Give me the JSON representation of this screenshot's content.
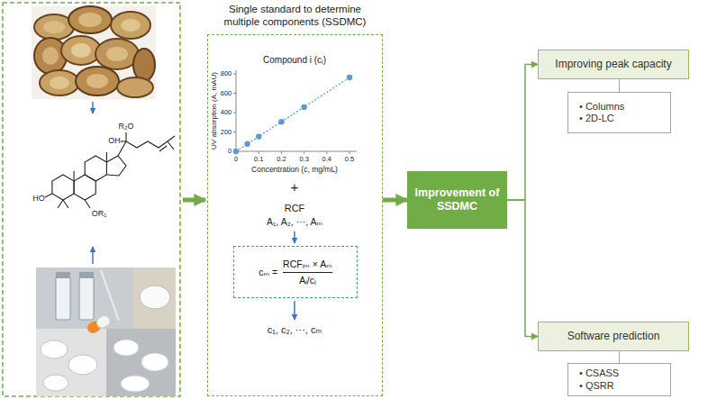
{
  "diagram": {
    "nodes": [
      {
        "text": [
          "Single standard to determine multiple components (SSDMC)"
        ]
      },
      {
        "text": [
          "cₘ =",
          "RCFᵢₘ × Aₘ",
          "Aᵢ/cᵢ"
        ],
        "in": 0
      },
      {
        "text": [
          "Improvement of SSDMC"
        ]
      },
      {
        "text": [
          "Improving peak capacity"
        ]
      },
      {
        "text": [
          "• Columns",
          "• 2D-LC"
        ]
      },
      {
        "text": [
          "Software prediction"
        ]
      },
      {
        "text": [
          "• CSASS",
          "• QSRR"
        ]
      }
    ],
    "edges": [
      {
        "from": 0,
        "to": 2,
        "arrow": "to"
      },
      {
        "from": 2,
        "to": 3,
        "arrow": "to"
      },
      {
        "from": 2,
        "to": 5,
        "arrow": "to"
      },
      {
        "from": 3,
        "to": 4,
        "arrow": "none"
      },
      {
        "from": 5,
        "to": 6,
        "arrow": "none"
      }
    ],
    "labels": [
      "R₂O",
      "OH",
      "HO",
      "OR₁",
      "Compound i (cᵢ)",
      "UV absorption (A, mAU)",
      "0",
      "200",
      "400",
      "600",
      "800",
      "0",
      "0.1",
      "0.2",
      "0.3",
      "0.4",
      "0.5",
      "Concentration (c, mg/mL)",
      "+",
      "RCF",
      "A₁, A₂, ···, Aₘ",
      "c₁, c₂, ···, cₘ"
    ]
  }
}
